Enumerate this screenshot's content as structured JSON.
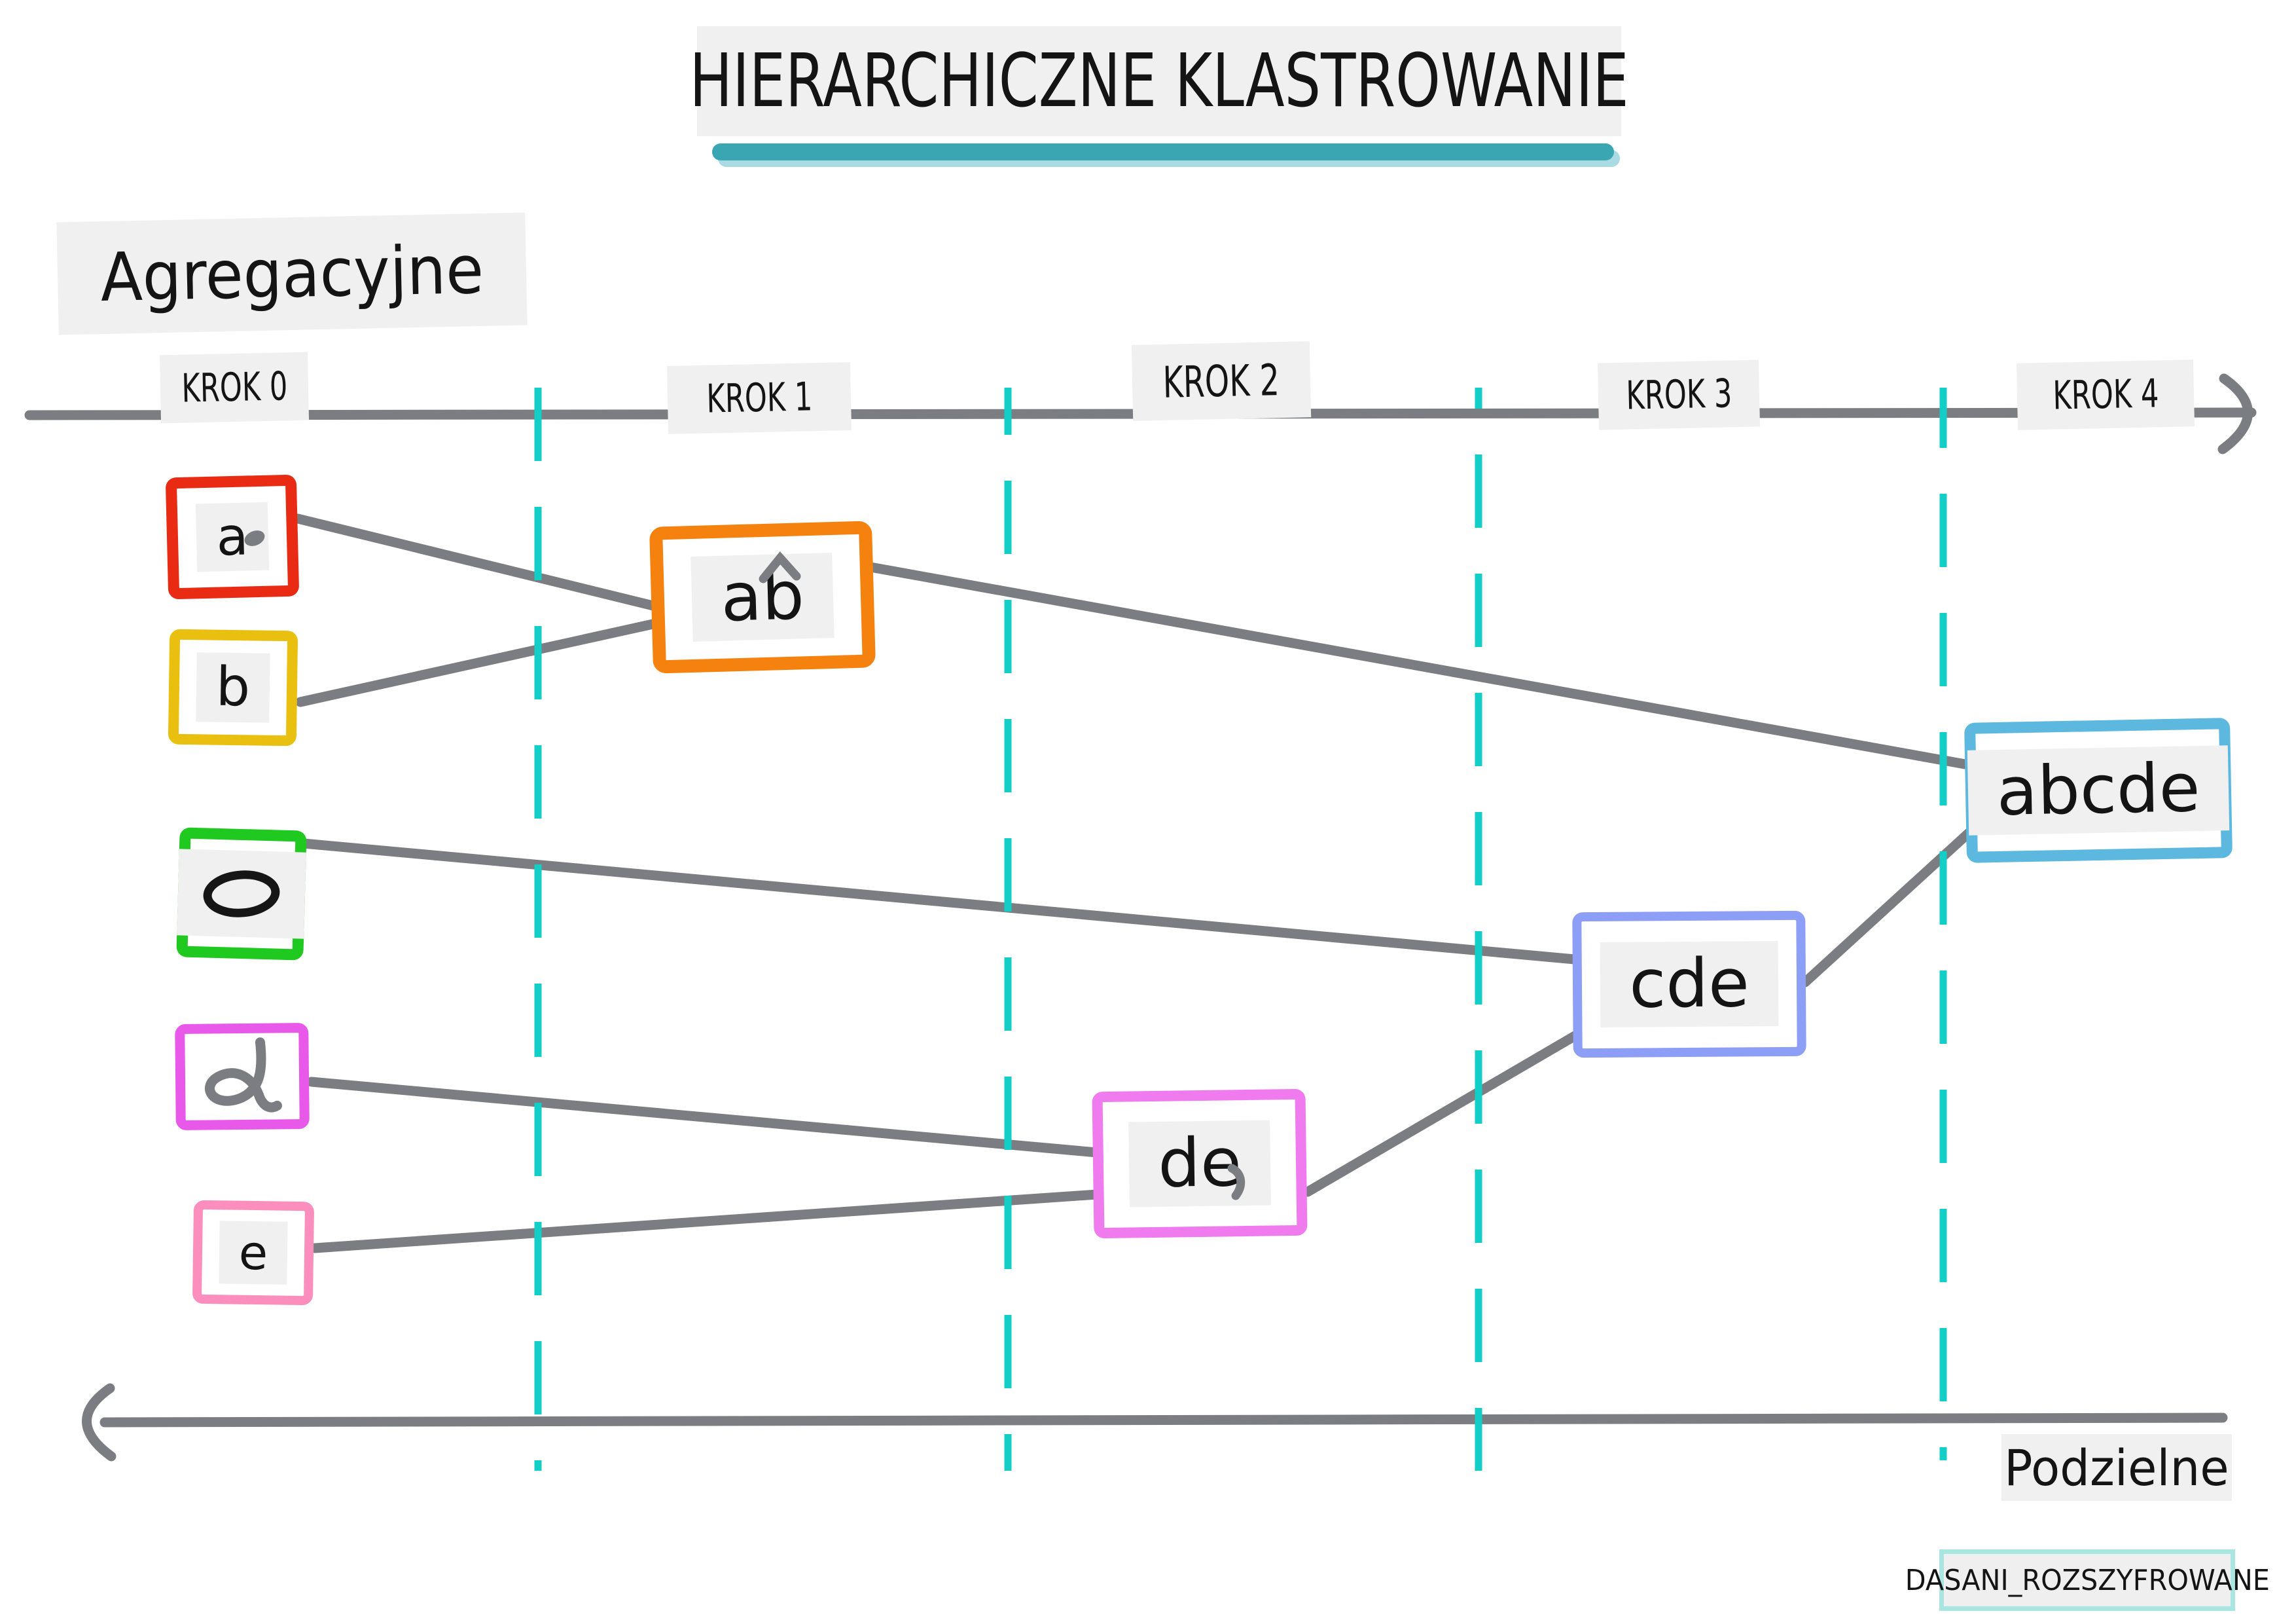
{
  "title": {
    "text": "HIERARCHICZNE KLASTROWANIE"
  },
  "headings": {
    "agglomerative": "Agregacyjne",
    "divisive": "Podzielne"
  },
  "watermark": "DASANI_ROZSZYFROWANE",
  "steps": [
    {
      "label": "KROK 0"
    },
    {
      "label": "KROK 1"
    },
    {
      "label": "KROK 2"
    },
    {
      "label": "KROK 3"
    },
    {
      "label": "KROK 4"
    }
  ],
  "nodes": {
    "a": {
      "label": "a",
      "border_color": "#ea2b14"
    },
    "b": {
      "label": "b",
      "border_color": "#e9c010"
    },
    "c": {
      "label": "",
      "glyph": "hand-drawn-oval",
      "border_color": "#1fc920"
    },
    "d": {
      "label": "",
      "glyph": "hand-drawn-cursive-d",
      "border_color": "#e959e9"
    },
    "e": {
      "label": "e",
      "border_color": "#fb8ebc"
    },
    "ab": {
      "label": "ab",
      "border_color": "#f5820f"
    },
    "de": {
      "label": "de",
      "border_color": "#ef7bef"
    },
    "cde": {
      "label": "cde",
      "border_color": "#8c9ef5"
    },
    "abcde": {
      "label": "abcde",
      "border_color": "#5cb8de"
    }
  },
  "edges": [
    {
      "from": "a",
      "to": "ab"
    },
    {
      "from": "b",
      "to": "ab"
    },
    {
      "from": "c",
      "to": "cde"
    },
    {
      "from": "d",
      "to": "de"
    },
    {
      "from": "e",
      "to": "de"
    },
    {
      "from": "de",
      "to": "cde"
    },
    {
      "from": "ab",
      "to": "abcde"
    },
    {
      "from": "cde",
      "to": "abcde"
    }
  ],
  "timeline": {
    "top_arrow_direction": "right",
    "bottom_arrow_direction": "left"
  },
  "colors": {
    "connector_gray": "#7a7e82",
    "step_divider_teal": "#13cec6",
    "title_underline_teal": "#39a6b2",
    "label_patch_gray": "#f0f0f0",
    "watermark_border_teal": "#a9e6e2",
    "text_black": "#141414"
  }
}
